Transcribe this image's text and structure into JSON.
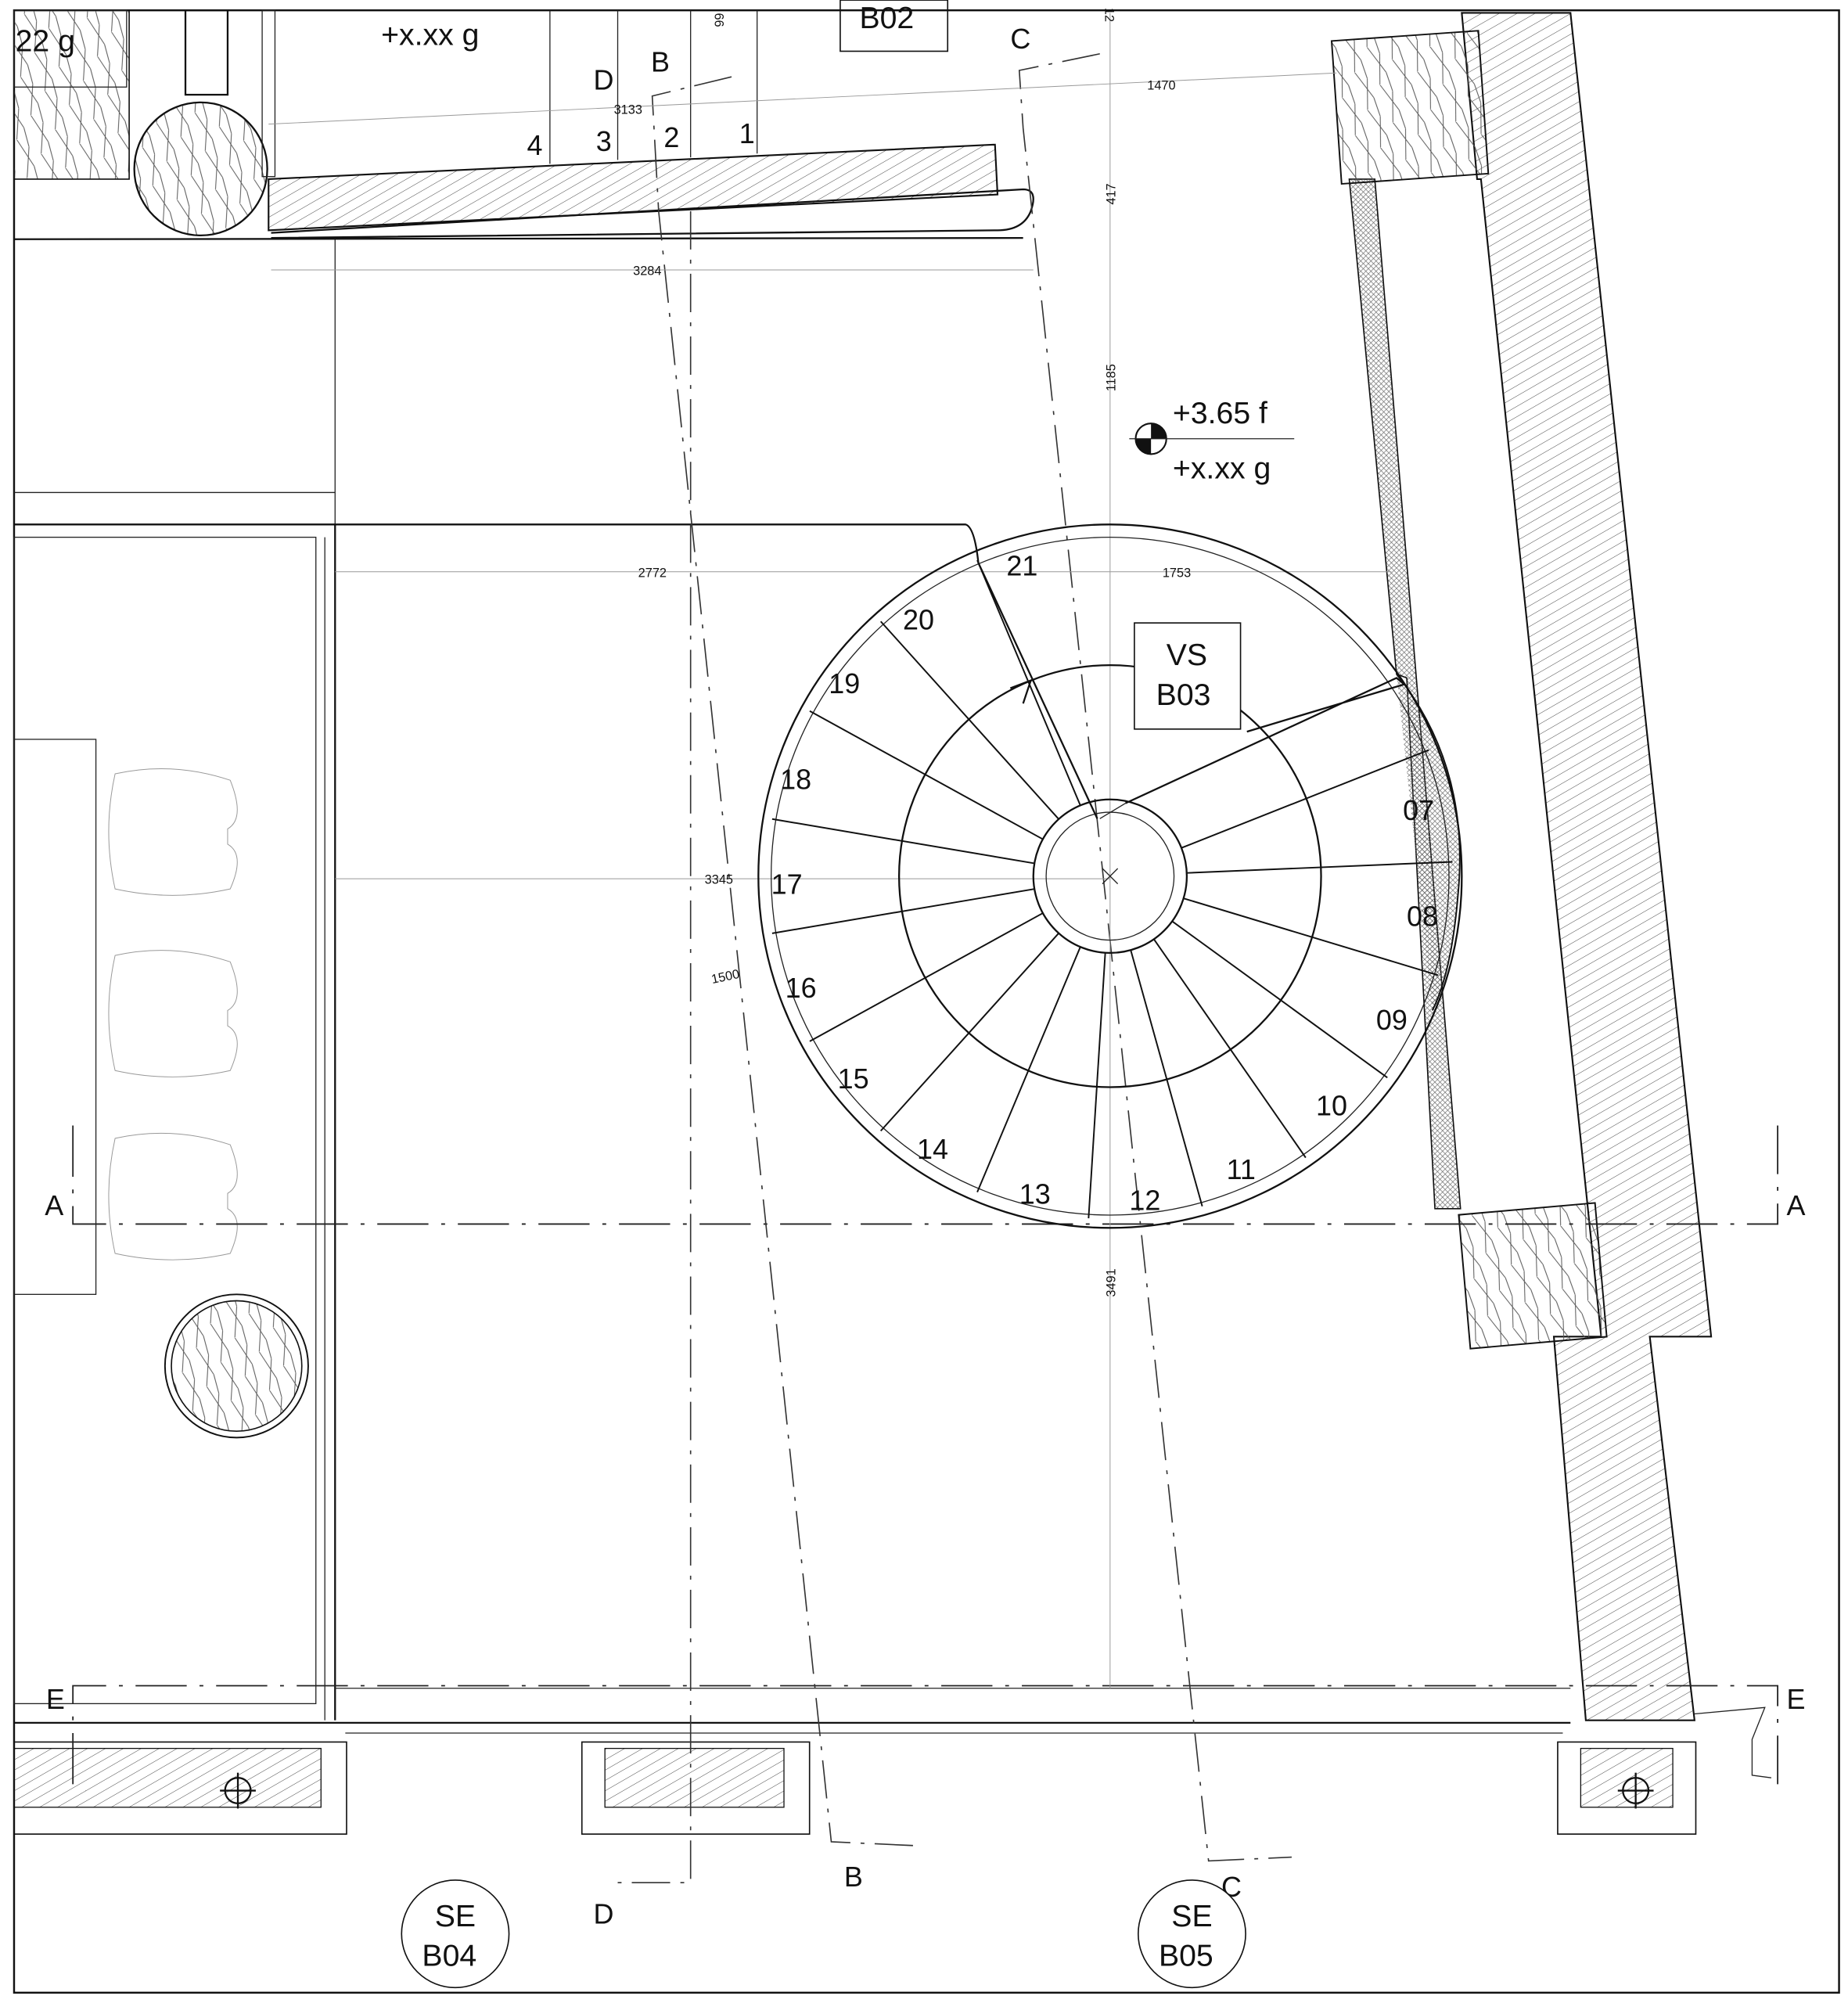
{
  "drawing": {
    "top_labels": {
      "level_left": "22 g",
      "level_top": "+x.xx g",
      "room_top": "B02",
      "dim_top_small": "66",
      "dim_top_edge": "12"
    },
    "entry_steps": [
      "4",
      "3",
      "2",
      "1"
    ],
    "section_markers": {
      "A": "A",
      "B": "B",
      "C": "C",
      "D": "D",
      "E": "E"
    },
    "dimensions": {
      "d1470": "1470",
      "d3133": "3133",
      "d417": "417",
      "d3284": "3284",
      "d1185": "1185",
      "d2772": "2772",
      "d1753": "1753",
      "d3345": "3345",
      "d1500": "1500",
      "d3491": "3491"
    },
    "elevation": {
      "finish": "+3.65 f",
      "rough": "+x.xx g"
    },
    "room_tag": {
      "line1": "VS",
      "line2": "B03"
    },
    "stair_steps": [
      "21",
      "20",
      "19",
      "18",
      "17",
      "16",
      "15",
      "14",
      "13",
      "12",
      "11",
      "10",
      "09",
      "08",
      "07"
    ],
    "elevation_refs": [
      {
        "line1": "SE",
        "line2": "B04"
      },
      {
        "line1": "SE",
        "line2": "B05"
      }
    ],
    "colors": {
      "line": "#111111",
      "background": "#ffffff"
    }
  }
}
